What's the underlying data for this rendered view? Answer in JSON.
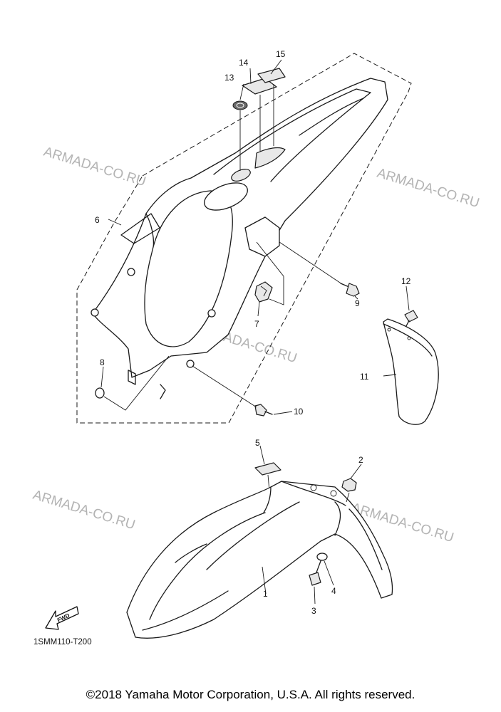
{
  "watermark": "ARMADA-CO.RU",
  "callouts": [
    "1",
    "2",
    "3",
    "4",
    "5",
    "6",
    "7",
    "8",
    "9",
    "10",
    "11",
    "12",
    "13",
    "14",
    "15"
  ],
  "fwd_label": "FWD",
  "diagram_code": "1SMM110-T200",
  "copyright": "©2018 Yamaha Motor Corporation, U.S.A. All rights reserved."
}
